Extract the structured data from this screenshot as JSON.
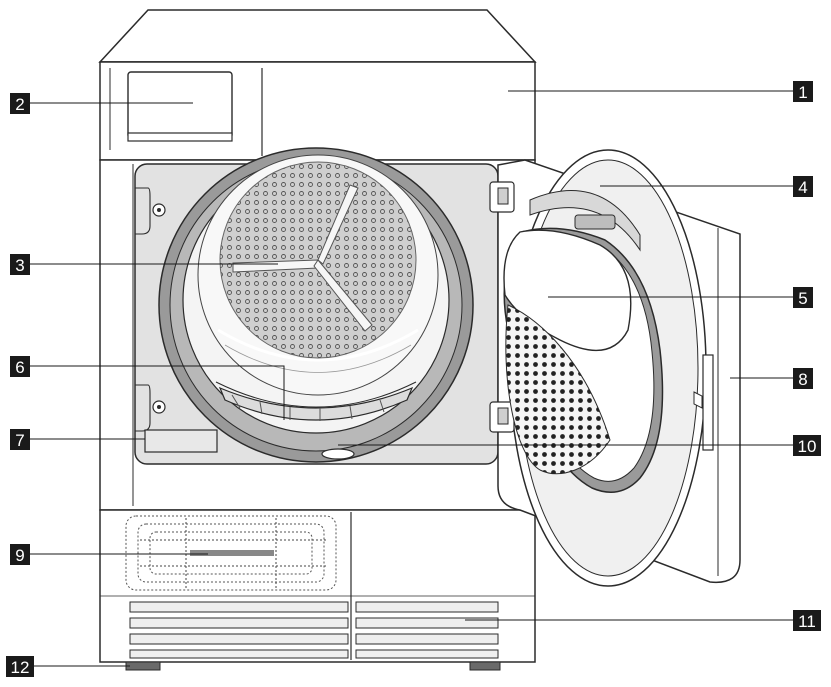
{
  "diagram": {
    "callouts": [
      {
        "id": "1",
        "label": "1"
      },
      {
        "id": "2",
        "label": "2"
      },
      {
        "id": "3",
        "label": "3"
      },
      {
        "id": "4",
        "label": "4"
      },
      {
        "id": "5",
        "label": "5"
      },
      {
        "id": "6",
        "label": "6"
      },
      {
        "id": "7",
        "label": "7"
      },
      {
        "id": "8",
        "label": "8"
      },
      {
        "id": "9",
        "label": "9"
      },
      {
        "id": "10",
        "label": "10"
      },
      {
        "id": "11",
        "label": "11"
      },
      {
        "id": "12",
        "label": "12"
      }
    ],
    "colors": {
      "outline": "#2b2b2b",
      "panel": "#e2e2e2",
      "drum": "#f4f4f4",
      "gasket": "#9a9a9a",
      "door_filter": "#d8d8d8",
      "callout_box": "#1a1a1a",
      "feet": "#6a6a6a"
    }
  }
}
